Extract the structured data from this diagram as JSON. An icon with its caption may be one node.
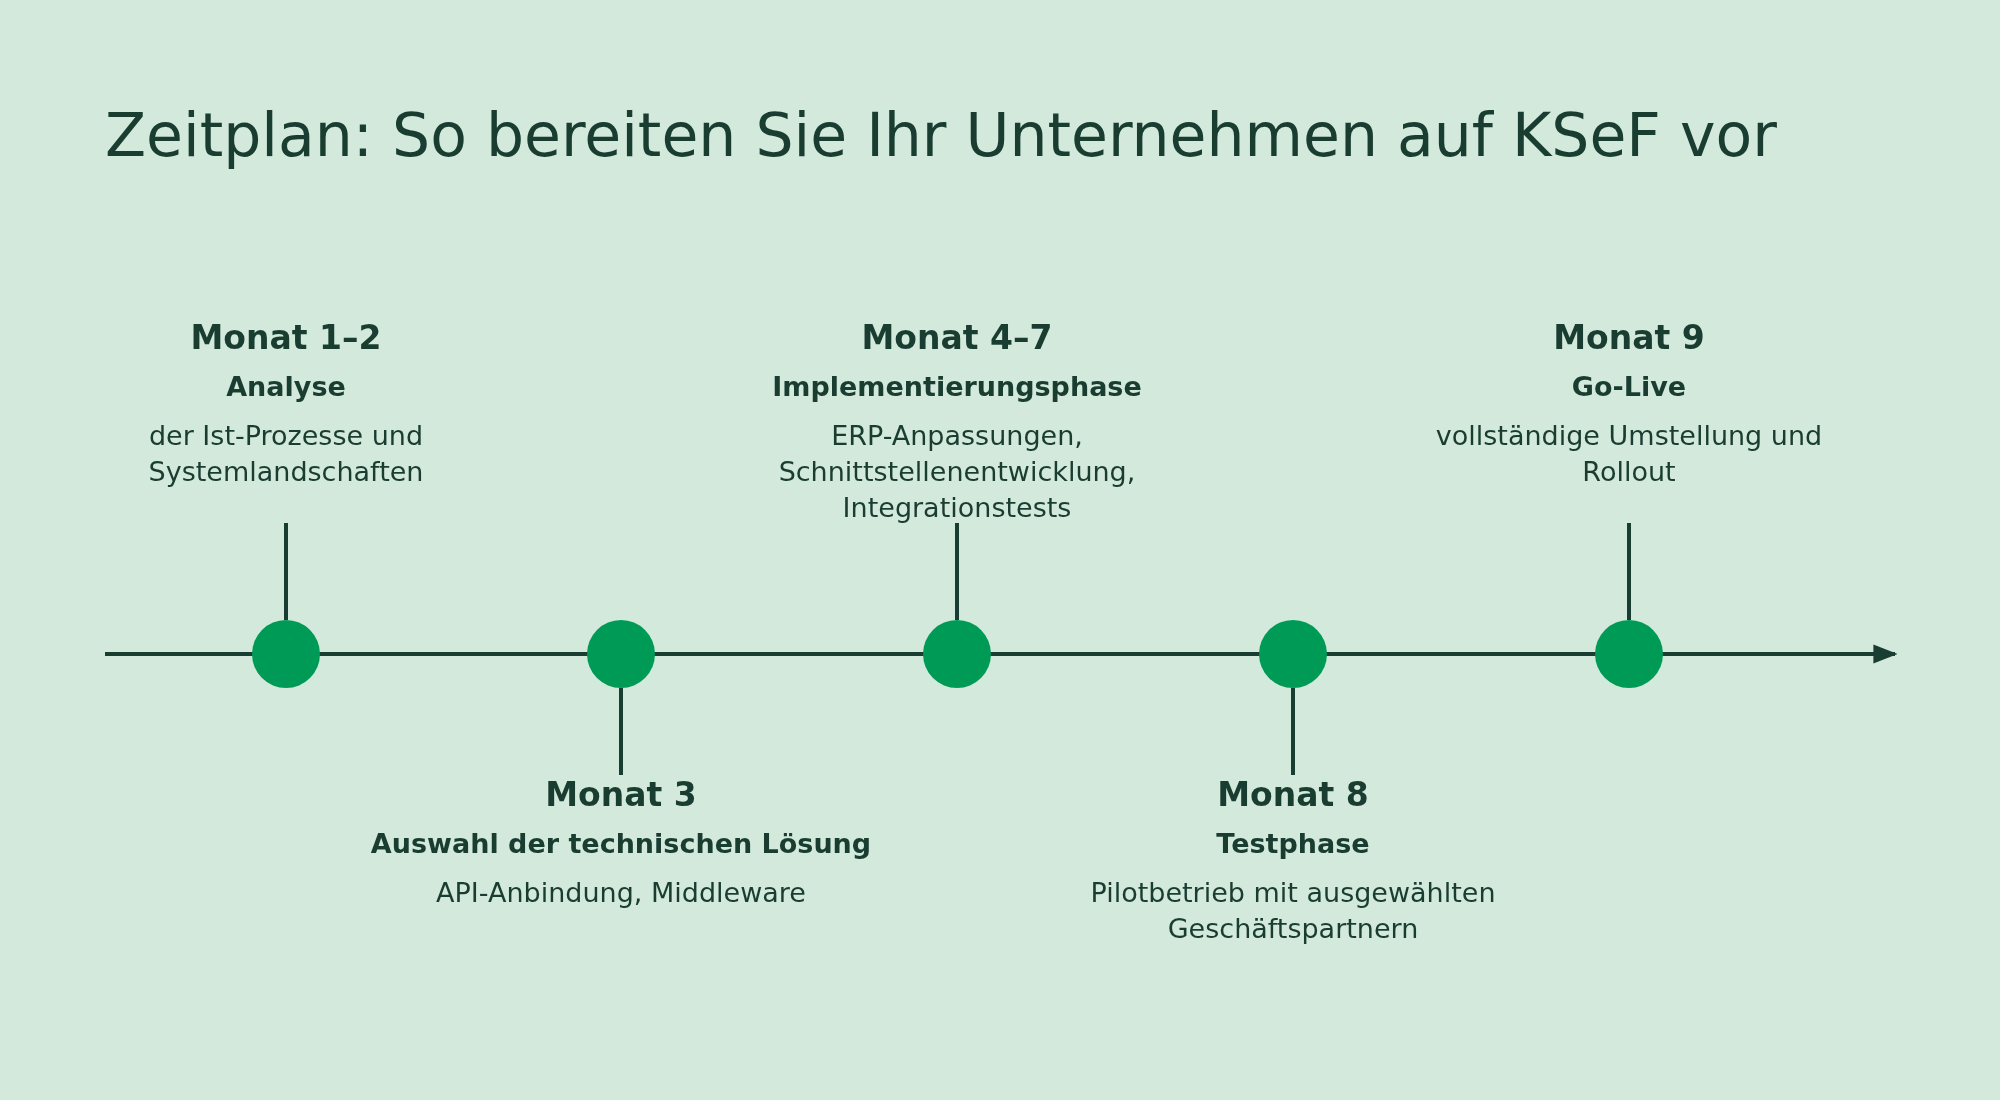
{
  "diagram": {
    "title": "Zeitplan: So bereiten Sie Ihr Unternehmen auf KSeF vor",
    "nodes": [
      {
        "text": [
          "Monat 1–2",
          "Analyse",
          "der Ist-Prozesse und Systemlandschaften"
        ]
      },
      {
        "text": [
          "Monat 3",
          "Auswahl der technischen Lösung",
          "API-Anbindung, Middleware"
        ]
      },
      {
        "text": [
          "Monat 4–7",
          "Implementierungsphase",
          "ERP-Anpassungen, Schnittstellenentwicklung, Integrationstests"
        ]
      },
      {
        "text": [
          "Monat 8",
          "Testphase",
          "Pilotbetrieb mit ausgewählten Geschäftspartnern"
        ]
      },
      {
        "text": [
          "Monat 9",
          "Go-Live",
          "vollständige Umstellung und Rollout"
        ]
      },
      {
        "text": [],
        "shape": "circle"
      },
      {
        "text": [],
        "shape": "circle"
      },
      {
        "text": [],
        "shape": "circle"
      },
      {
        "text": [],
        "shape": "circle"
      },
      {
        "text": [],
        "shape": "circle"
      }
    ],
    "edges": [
      {
        "from": 0,
        "to": 5,
        "arrow": "none"
      },
      {
        "from": 1,
        "to": 6,
        "arrow": "none"
      },
      {
        "from": 2,
        "to": 7,
        "arrow": "none"
      },
      {
        "from": 3,
        "to": 8,
        "arrow": "none"
      },
      {
        "from": 4,
        "to": 9,
        "arrow": "none"
      }
    ]
  }
}
